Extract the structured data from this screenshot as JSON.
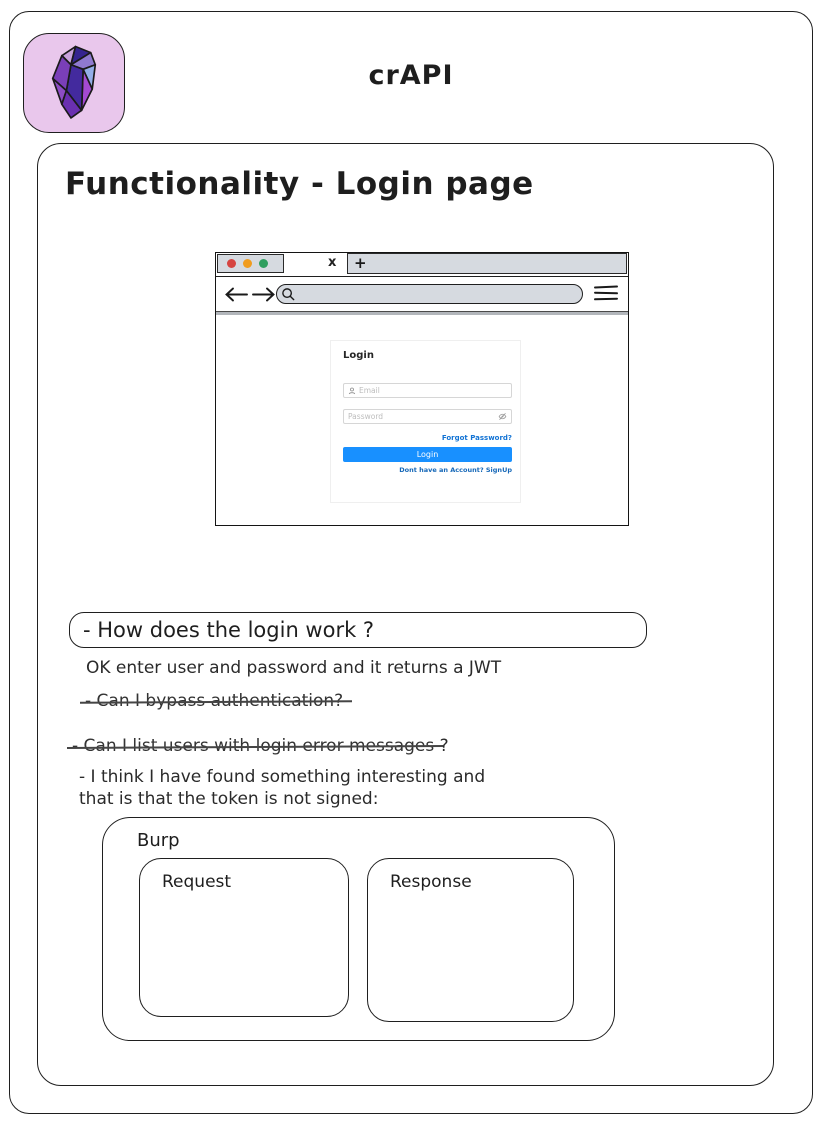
{
  "header": {
    "app_title": "crAPI"
  },
  "page": {
    "heading": "Functionality - Login page"
  },
  "browser": {
    "tab_close": "x",
    "tab_new": "+"
  },
  "login_form": {
    "title": "Login",
    "email_placeholder": "Email",
    "password_placeholder": "Password",
    "forgot_link": "Forgot Password?",
    "login_button": "Login",
    "signup_text": "Dont have an Account? SignUp"
  },
  "notes": {
    "question_box": "- How does the login work ?",
    "answer": "OK enter user and password and it returns a JWT",
    "struck_note_1": "- Can I bypass authentication?",
    "struck_note_2": "- Can I list users with login error messages",
    "struck_note_2_suffix": " ?",
    "finding_line1": "- I think I have found something interesting and",
    "finding_line2": "that is that the token is not signed:"
  },
  "burp": {
    "label": "Burp",
    "request_label": "Request",
    "response_label": "Response"
  },
  "colors": {
    "accent_blue": "#1890ff",
    "link_blue": "#1273d4",
    "logo_background": "#e9c7ec",
    "toolbar_gray": "#d6dae0",
    "traffic_red": "#d64541",
    "traffic_yellow": "#f09c1f",
    "traffic_green": "#2f9e5f"
  },
  "icons": {
    "logo": "crystal-gem",
    "window_controls": [
      "close-dot",
      "minimize-dot",
      "maximize-dot"
    ],
    "tab_close": "x-glyph",
    "new_tab": "plus-glyph",
    "back": "left-arrow",
    "forward": "right-arrow",
    "address_search": "magnifier",
    "menu": "hamburger",
    "email_field": "user-silhouette",
    "password_field": "eye-invisible"
  }
}
